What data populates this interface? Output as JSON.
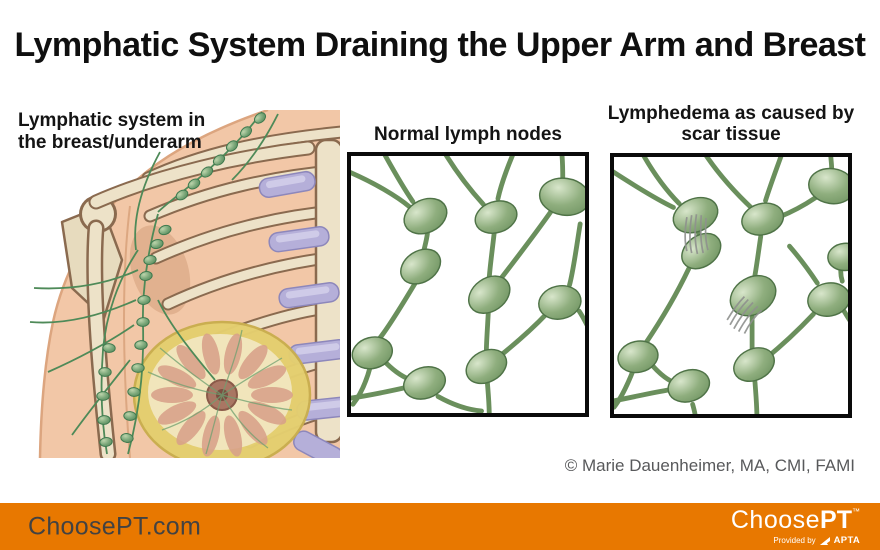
{
  "page": {
    "title": "Lymphatic System Draining the Upper Arm and Breast",
    "credit": "© Marie Dauenheimer, MA, CMI, FAMI"
  },
  "panels": {
    "anatomy": {
      "label_line1": "Lymphatic system in",
      "label_line2": "the breast/underarm"
    },
    "normal": {
      "title": "Normal lymph nodes"
    },
    "lymphedema": {
      "title_line1": "Lymphedema as caused by",
      "title_line2": "scar tissue"
    }
  },
  "footer": {
    "site": "ChoosePT.com",
    "logo_choose": "Choose",
    "logo_pt": "PT",
    "logo_tm": "™",
    "provided_by": "Provided by",
    "apta": "APTA"
  },
  "icons": {
    "apta_flag": "apta-flag-icon"
  },
  "colors": {
    "accent_orange": "#E87800",
    "footer_site_text": "#424242",
    "node_green": "#7FA371",
    "node_highlight": "#CFE0C2",
    "node_outline": "#4F7347",
    "vessel_green": "#6A8F5C",
    "anatomy_vessel_green": "#4E8A58",
    "skin": "#F2C7A7",
    "bone_fill": "#EDE2C8",
    "bone_outline": "#8A6A4F",
    "cartilage_purple": "#B5AFD9",
    "breast_yellow": "#E4CF6F",
    "lobule_pink": "#D7A189",
    "scar_gray": "#8F918E",
    "box_border": "#0A0A0A",
    "credit_gray": "#58595B",
    "title_black": "#0F0F0F"
  }
}
